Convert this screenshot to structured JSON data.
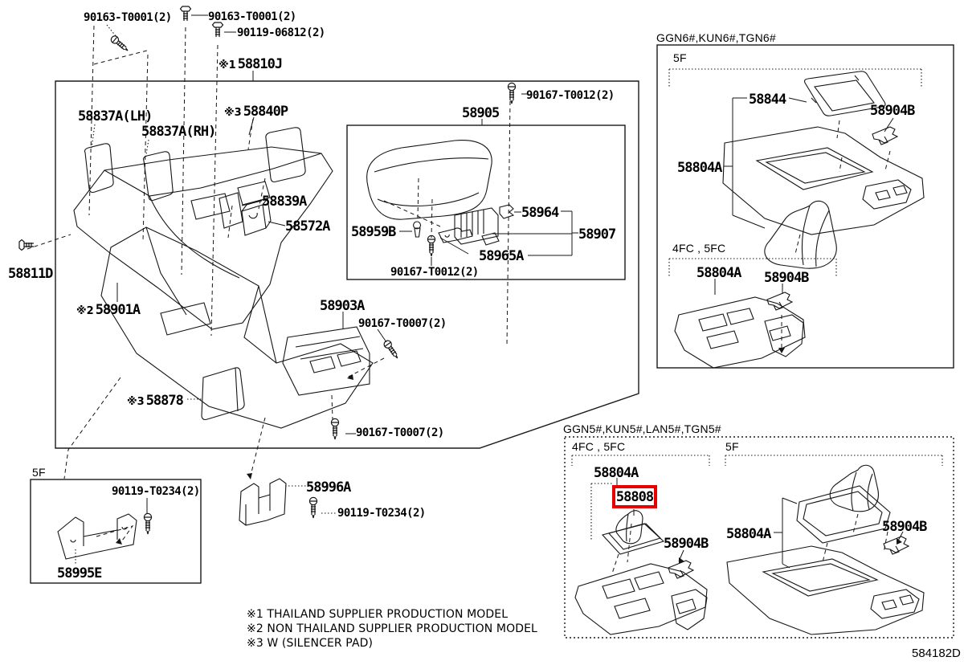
{
  "figure": {
    "code": "584182D",
    "highlight": {
      "part": "58808",
      "color": "#e60000"
    }
  },
  "callouts": {
    "t0001a": "90163-T0001(2)",
    "t0001b": "90163-T0001(2)",
    "b06812": "90119-06812(2)",
    "p58810j": {
      "prefix": "※1",
      "num": "58810J"
    },
    "p58837lh": "58837A(LH)",
    "p58837rh": "58837A(RH)",
    "p58840p": {
      "prefix": "※3",
      "num": "58840P"
    },
    "p58905": "58905",
    "t0012a": "90167-T0012(2)",
    "p58839a": "58839A",
    "p58572a": "58572A",
    "p58959b": "58959B",
    "p58964": "58964",
    "p58907": "58907",
    "p58965a": "58965A",
    "t0012b": "90167-T0012(2)",
    "p58811d": "58811D",
    "p58901a": {
      "prefix": "※2",
      "num": "58901A"
    },
    "p58903a": "58903A",
    "t0007a": "90167-T0007(2)",
    "t0007b": "90167-T0007(2)",
    "p58878": {
      "prefix": "※3",
      "num": "58878"
    },
    "t0234a": "90119-T0234(2)",
    "p58995e": "58995E",
    "p58996a": "58996A",
    "t0234b": "90119-T0234(2)",
    "p58844": "58844",
    "p58904b_1": "58904B",
    "p58804a_1": "58804A",
    "p58804a_2": "58804A",
    "p58904b_2": "58904B",
    "p58804a_3": "58804A",
    "p58808": "58808",
    "p58904b_3": "58904B",
    "p58804a_4": "58804A",
    "p58904b_4": "58904B"
  },
  "sections": {
    "bl_5f": "5F",
    "ggn6_header": "GGN6#,KUN6#,TGN6#",
    "ggn6_5f": "5F",
    "ggn6_4fc": "4FC , 5FC",
    "ggn5_header": "GGN5#,KUN5#,LAN5#,TGN5#",
    "ggn5_4fc": "4FC , 5FC",
    "ggn5_5f": "5F"
  },
  "notes": [
    {
      "marker": "※1",
      "text": "THAILAND SUPPLIER PRODUCTION MODEL"
    },
    {
      "marker": "※2",
      "text": "NON THAILAND SUPPLIER PRODUCTION MODEL"
    },
    {
      "marker": "※3",
      "text": "W (SILENCER PAD)"
    }
  ]
}
